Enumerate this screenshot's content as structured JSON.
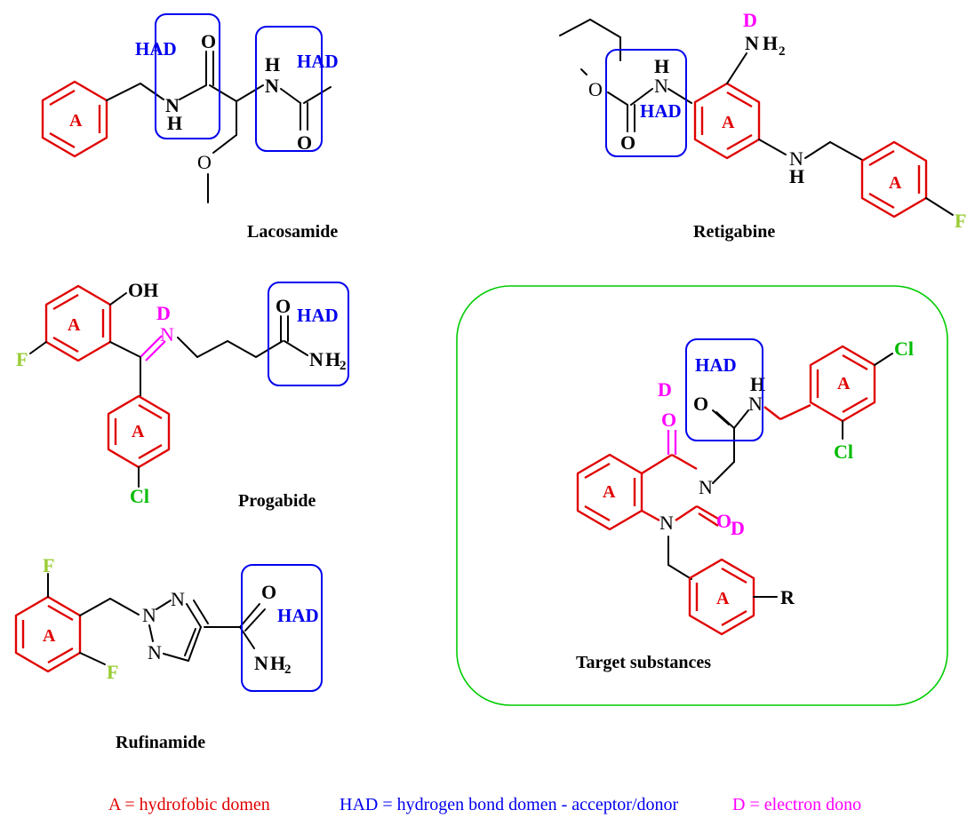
{
  "atoms": {
    "N": "N",
    "H": "H",
    "O": "O",
    "NH2_N": "N",
    "NH2_H": "H",
    "NH2_2": "2",
    "F": "F",
    "Cl": "Cl",
    "OH": "OH",
    "R": "R"
  },
  "labels": {
    "had": "HAD",
    "ring_a": "A",
    "donor": "D"
  },
  "molecules": {
    "lacosamide": "Lacosamide",
    "retigabine": "Retigabine",
    "progabide": "Progabide",
    "rufinamide": "Rufinamide",
    "target": "Target substances"
  },
  "legend": {
    "a_text": "A = hydrofobic domen",
    "had_text": "HAD = hydrogen bond domen - acceptor/donor",
    "d_text": "D = electron dono"
  },
  "colors": {
    "ring": "#e00000",
    "had": "#0000ee",
    "donor": "#ff00ff",
    "halogen_cl": "#00bb00",
    "halogen_f": "#99cc33",
    "frame": "#00cc00"
  }
}
